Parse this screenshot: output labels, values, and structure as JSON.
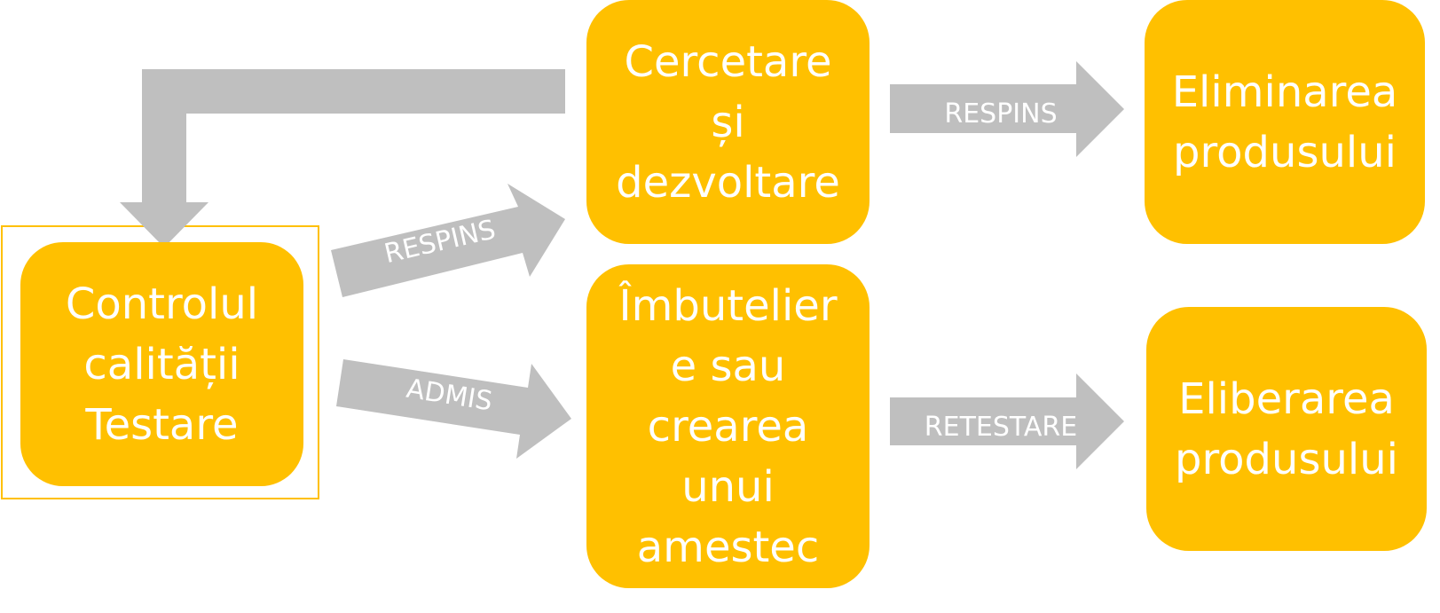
{
  "colors": {
    "box_fill": "#FFC000",
    "arrow_fill": "#BFBFBF",
    "text": "#FFFFFF",
    "frame": "#FFC000"
  },
  "nodes": {
    "quality_control": "Controlul\ncalității\nTestare",
    "research": "Cercetare\nși\ndezvoltare",
    "bottling": "Îmbutelier\ne sau\ncrearea\nunui\namestec",
    "elimination": "Eliminarea\nprodusului",
    "release": "Eliberarea\nprodusului"
  },
  "edges": {
    "qc_to_research": "RESPINS",
    "qc_to_bottling": "ADMIS",
    "research_to_elimination": "RESPINS",
    "bottling_to_release": "RETESTARE"
  }
}
